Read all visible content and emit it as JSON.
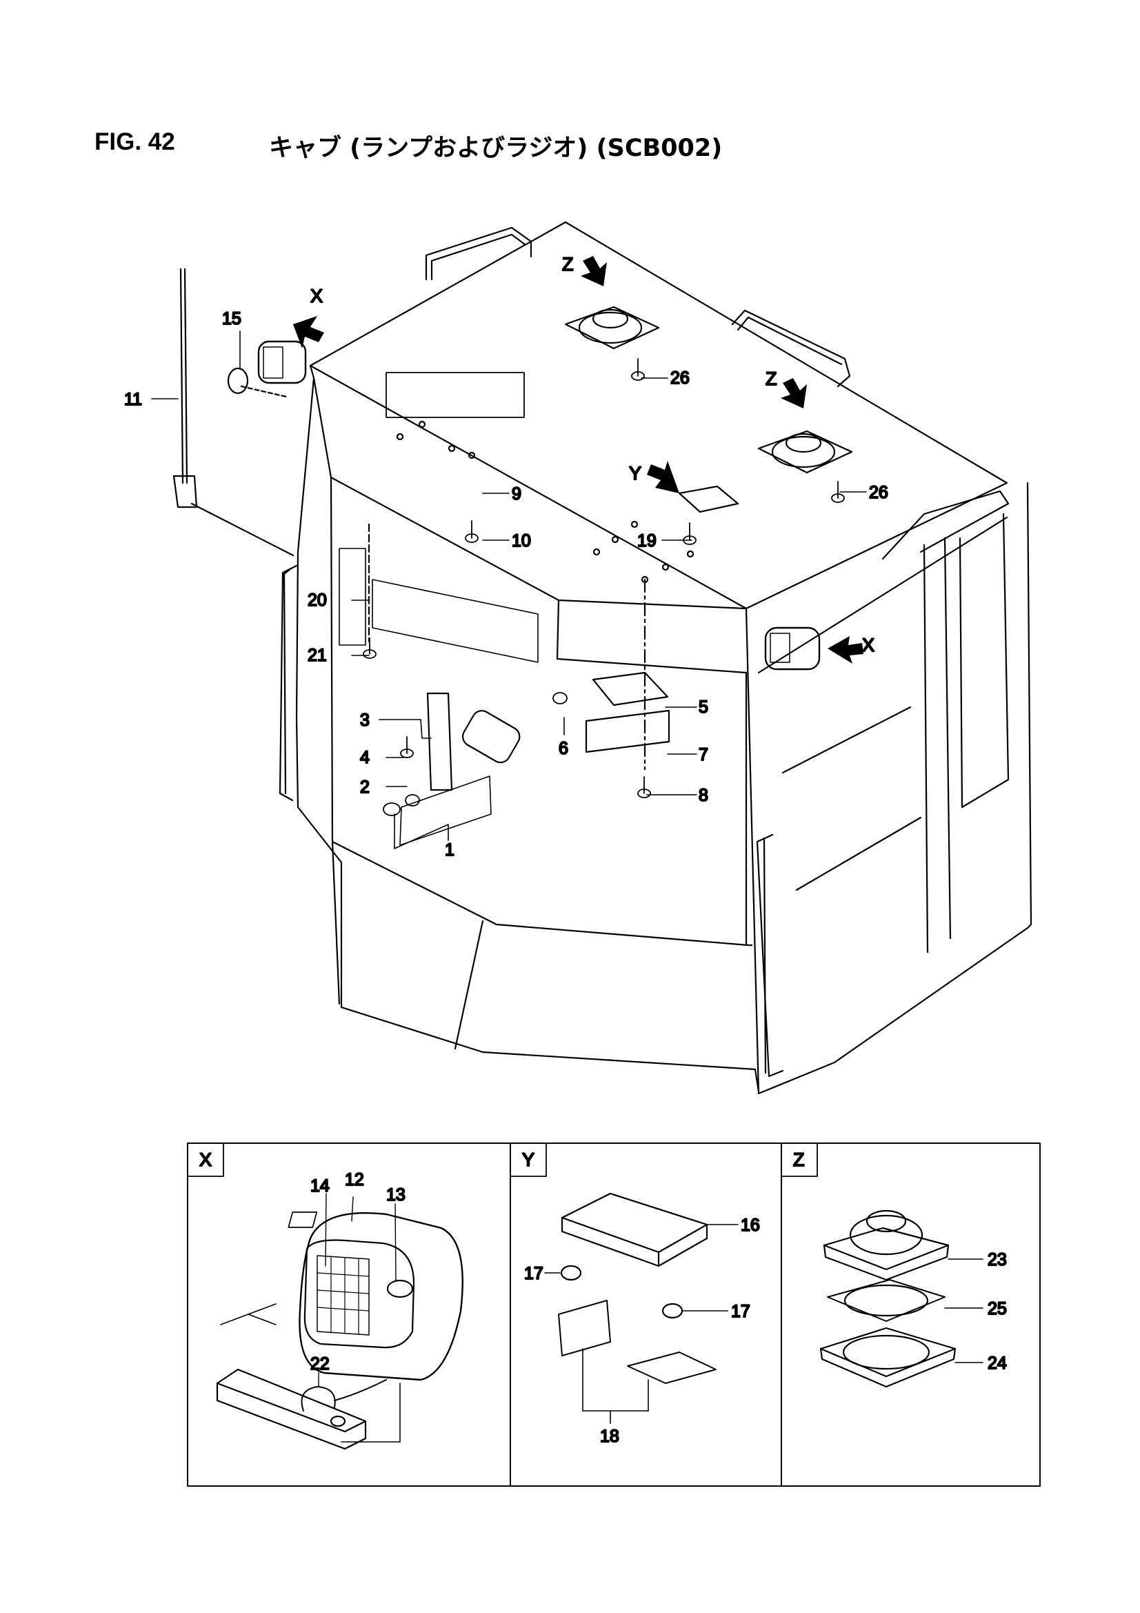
{
  "figure": {
    "number": "FIG. 42",
    "title": "キャブ (ランプおよびラジオ) (SCB002)"
  },
  "callouts": [
    {
      "id": "c1",
      "label": "1"
    },
    {
      "id": "c2",
      "label": "2"
    },
    {
      "id": "c3",
      "label": "3"
    },
    {
      "id": "c4",
      "label": "4"
    },
    {
      "id": "c5",
      "label": "5"
    },
    {
      "id": "c6",
      "label": "6"
    },
    {
      "id": "c7",
      "label": "7"
    },
    {
      "id": "c8",
      "label": "8"
    },
    {
      "id": "c9",
      "label": "9"
    },
    {
      "id": "c10",
      "label": "10"
    },
    {
      "id": "c11",
      "label": "11"
    },
    {
      "id": "c15",
      "label": "15"
    },
    {
      "id": "c19",
      "label": "19"
    },
    {
      "id": "c20",
      "label": "20"
    },
    {
      "id": "c21",
      "label": "21"
    },
    {
      "id": "c26a",
      "label": "26"
    },
    {
      "id": "c26b",
      "label": "26"
    }
  ],
  "view_markers": [
    {
      "id": "vx1",
      "label": "X"
    },
    {
      "id": "vx2",
      "label": "X"
    },
    {
      "id": "vy",
      "label": "Y"
    },
    {
      "id": "vz1",
      "label": "Z"
    },
    {
      "id": "vz2",
      "label": "Z"
    }
  ],
  "detail_panels": [
    {
      "id": "X",
      "label": "X",
      "callouts": [
        "12",
        "13",
        "14",
        "22"
      ]
    },
    {
      "id": "Y",
      "label": "Y",
      "callouts": [
        "16",
        "17",
        "17",
        "18"
      ]
    },
    {
      "id": "Z",
      "label": "Z",
      "callouts": [
        "23",
        "25",
        "24"
      ]
    }
  ]
}
